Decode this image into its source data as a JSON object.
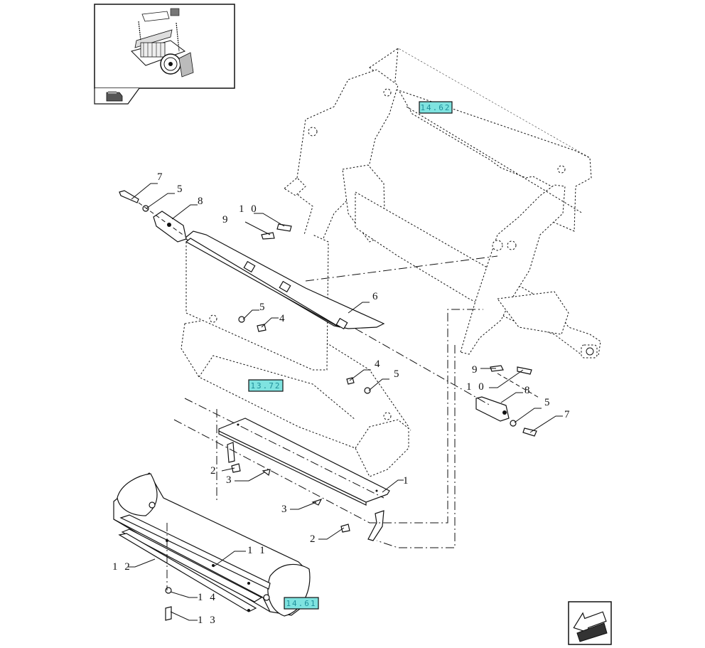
{
  "references": {
    "frame": "14.62",
    "housing": "13.72",
    "drum": "14.61"
  },
  "callouts": [
    {
      "id": "c7a",
      "label": "7"
    },
    {
      "id": "c5a",
      "label": "5"
    },
    {
      "id": "c8a",
      "label": "8"
    },
    {
      "id": "c9a",
      "label": "9"
    },
    {
      "id": "c10a",
      "label": "1 0"
    },
    {
      "id": "c6",
      "label": "6"
    },
    {
      "id": "c5b",
      "label": "5"
    },
    {
      "id": "c4a",
      "label": "4"
    },
    {
      "id": "c4b",
      "label": "4"
    },
    {
      "id": "c5c",
      "label": "5"
    },
    {
      "id": "c9b",
      "label": "9"
    },
    {
      "id": "c10b",
      "label": "1 0"
    },
    {
      "id": "c8b",
      "label": "8"
    },
    {
      "id": "c5d",
      "label": "5"
    },
    {
      "id": "c7b",
      "label": "7"
    },
    {
      "id": "c1",
      "label": "1"
    },
    {
      "id": "c2a",
      "label": "2"
    },
    {
      "id": "c3a",
      "label": "3"
    },
    {
      "id": "c3b",
      "label": "3"
    },
    {
      "id": "c2b",
      "label": "2"
    },
    {
      "id": "c11",
      "label": "1 1"
    },
    {
      "id": "c12",
      "label": "1 2"
    },
    {
      "id": "c14",
      "label": "1 4"
    },
    {
      "id": "c13",
      "label": "1 3"
    }
  ],
  "icons": {
    "thumbnail": "assembly-thumbnail-icon",
    "prev": "previous-page-arrow-icon",
    "next": "next-page-arrow-icon"
  }
}
